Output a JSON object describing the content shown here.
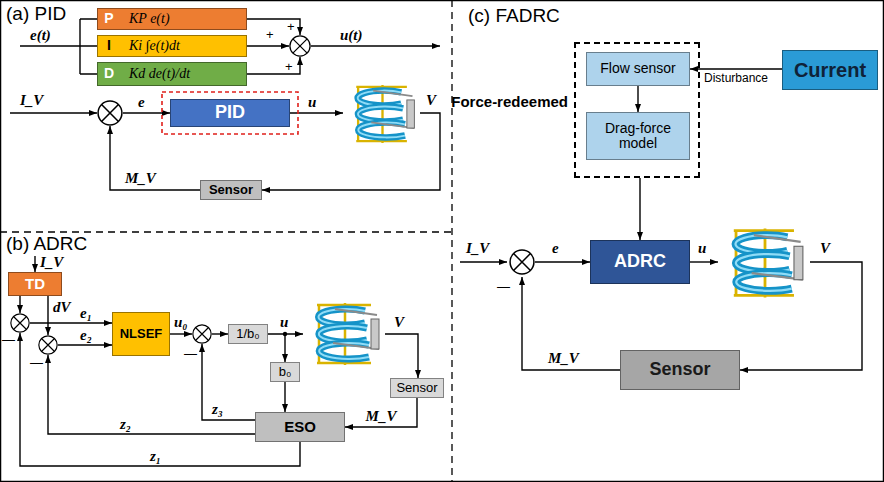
{
  "diagram": {
    "nodes": [
      {
        "text": [
          "P",
          "KP e(t)"
        ]
      },
      {
        "text": [
          "I",
          "Ki ∫e(t)dt"
        ]
      },
      {
        "text": [
          "D",
          "Kd de(t)/dt"
        ]
      },
      {
        "text": [
          "PID"
        ]
      },
      {
        "text": [
          "Sensor"
        ]
      },
      {
        "text": [
          "TD"
        ]
      },
      {
        "text": [
          "NLSEF"
        ]
      },
      {
        "text": [
          "1/b₀"
        ]
      },
      {
        "text": [
          "b₀"
        ]
      },
      {
        "text": [
          "Sensor"
        ]
      },
      {
        "text": [
          "ESO"
        ]
      },
      {
        "text": [
          "Force-redeemed"
        ]
      },
      {
        "text": [
          "Flow sensor"
        ],
        "in": 11
      },
      {
        "text": [
          "Drag-force model"
        ],
        "in": 11
      },
      {
        "text": [
          "Current"
        ]
      },
      {
        "text": [
          "ADRC"
        ]
      },
      {
        "text": [
          "Sensor"
        ]
      }
    ],
    "edges": [
      {
        "from": 12,
        "to": 13,
        "arrow": "to"
      },
      {
        "from": 14,
        "to": 12,
        "label": "Disturbance",
        "arrow": "to"
      },
      {
        "from": 11,
        "to": 15,
        "arrow": "to"
      },
      {
        "from": 8,
        "to": 10,
        "arrow": "to"
      },
      {
        "from": 9,
        "to": 10,
        "label": "M_V",
        "arrow": "to"
      }
    ],
    "labels": [
      "(a) PID",
      "e(t)",
      "+",
      "+",
      "+",
      "u(t)",
      "I_V",
      "e",
      "u",
      "V",
      "M_V",
      "(b) ADRC",
      "I_V",
      "dV",
      "e₁",
      "e₂",
      "u₀",
      "—",
      "u",
      "V",
      "z₃",
      "z₂",
      "z₁",
      "—",
      "—",
      "(c) FADRC",
      "I_V",
      "e",
      "u",
      "V",
      "—",
      "M_V"
    ]
  }
}
